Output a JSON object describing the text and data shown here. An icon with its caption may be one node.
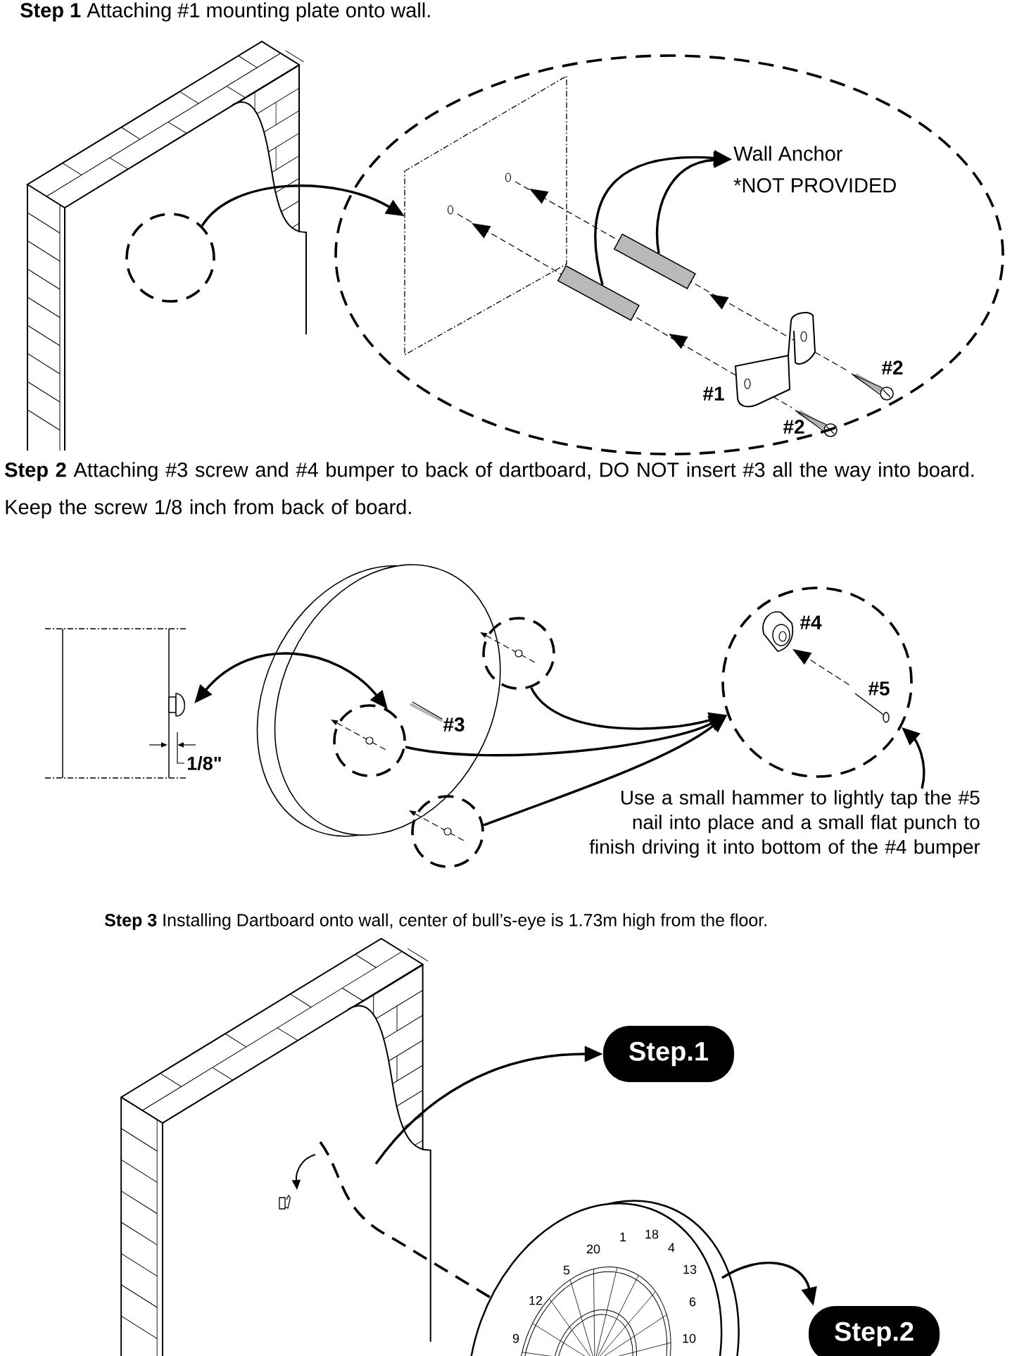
{
  "diagram": {
    "nodes": [
      {
        "text": [],
        "shape": "circle"
      },
      {
        "text": [],
        "shape": "ellipse"
      },
      {
        "text": [],
        "shape": "box",
        "in": 1
      },
      {
        "text": [
          "Wall Anchor",
          "*NOT PROVIDED"
        ],
        "in": 1
      },
      {
        "text": [],
        "shape": "cylinder",
        "in": 1
      },
      {
        "text": [],
        "shape": "cylinder",
        "in": 1
      },
      {
        "text": [],
        "shape": "box"
      },
      {
        "text": [],
        "shape": "circle"
      },
      {
        "text": [],
        "shape": "circle"
      },
      {
        "text": [],
        "shape": "circle"
      },
      {
        "text": [],
        "shape": "circle"
      },
      {
        "text": [
          "Use a small hammer to lightly tap the #5 nail into place and a small flat punch to finish driving it into bottom of the #4 bumper"
        ]
      },
      {
        "text": [
          "Step.1"
        ]
      },
      {
        "text": [
          "Step.2"
        ]
      }
    ],
    "edges": [
      {
        "from": 0,
        "to": 2,
        "arrow": "to"
      },
      {
        "from": 4,
        "to": 3,
        "arrow": "to"
      },
      {
        "from": 5,
        "to": 3,
        "arrow": "to"
      },
      {
        "from": 6,
        "to": 8,
        "arrow": "both"
      },
      {
        "from": 7,
        "to": 10,
        "arrow": "to"
      },
      {
        "from": 8,
        "to": 10,
        "arrow": "to"
      },
      {
        "from": 9,
        "to": 10,
        "arrow": "to"
      },
      {
        "from": 11,
        "to": 10,
        "arrow": "to"
      },
      {
        "from": null,
        "to": 12,
        "arrow": "to"
      },
      {
        "from": null,
        "to": 13,
        "arrow": "to"
      }
    ],
    "labels": [
      "**Step 1** Attaching #1 mounting plate onto wall.",
      "#1",
      "#2",
      "#2",
      "**Step 2** Attaching #3 screw and #4 bumper to back of dartboard, DO NOT insert #3 all the way into board. Keep the screw 1/8 inch from back of board.",
      "#4",
      "#5",
      "#3",
      "1/8\"",
      "**Step 3** Installing Dartboard onto wall, center of bull’s-eye is 1.73m high from the floor.",
      "20",
      "1",
      "18",
      "4",
      "5",
      "13",
      "12",
      "6",
      "9",
      "10"
    ]
  }
}
